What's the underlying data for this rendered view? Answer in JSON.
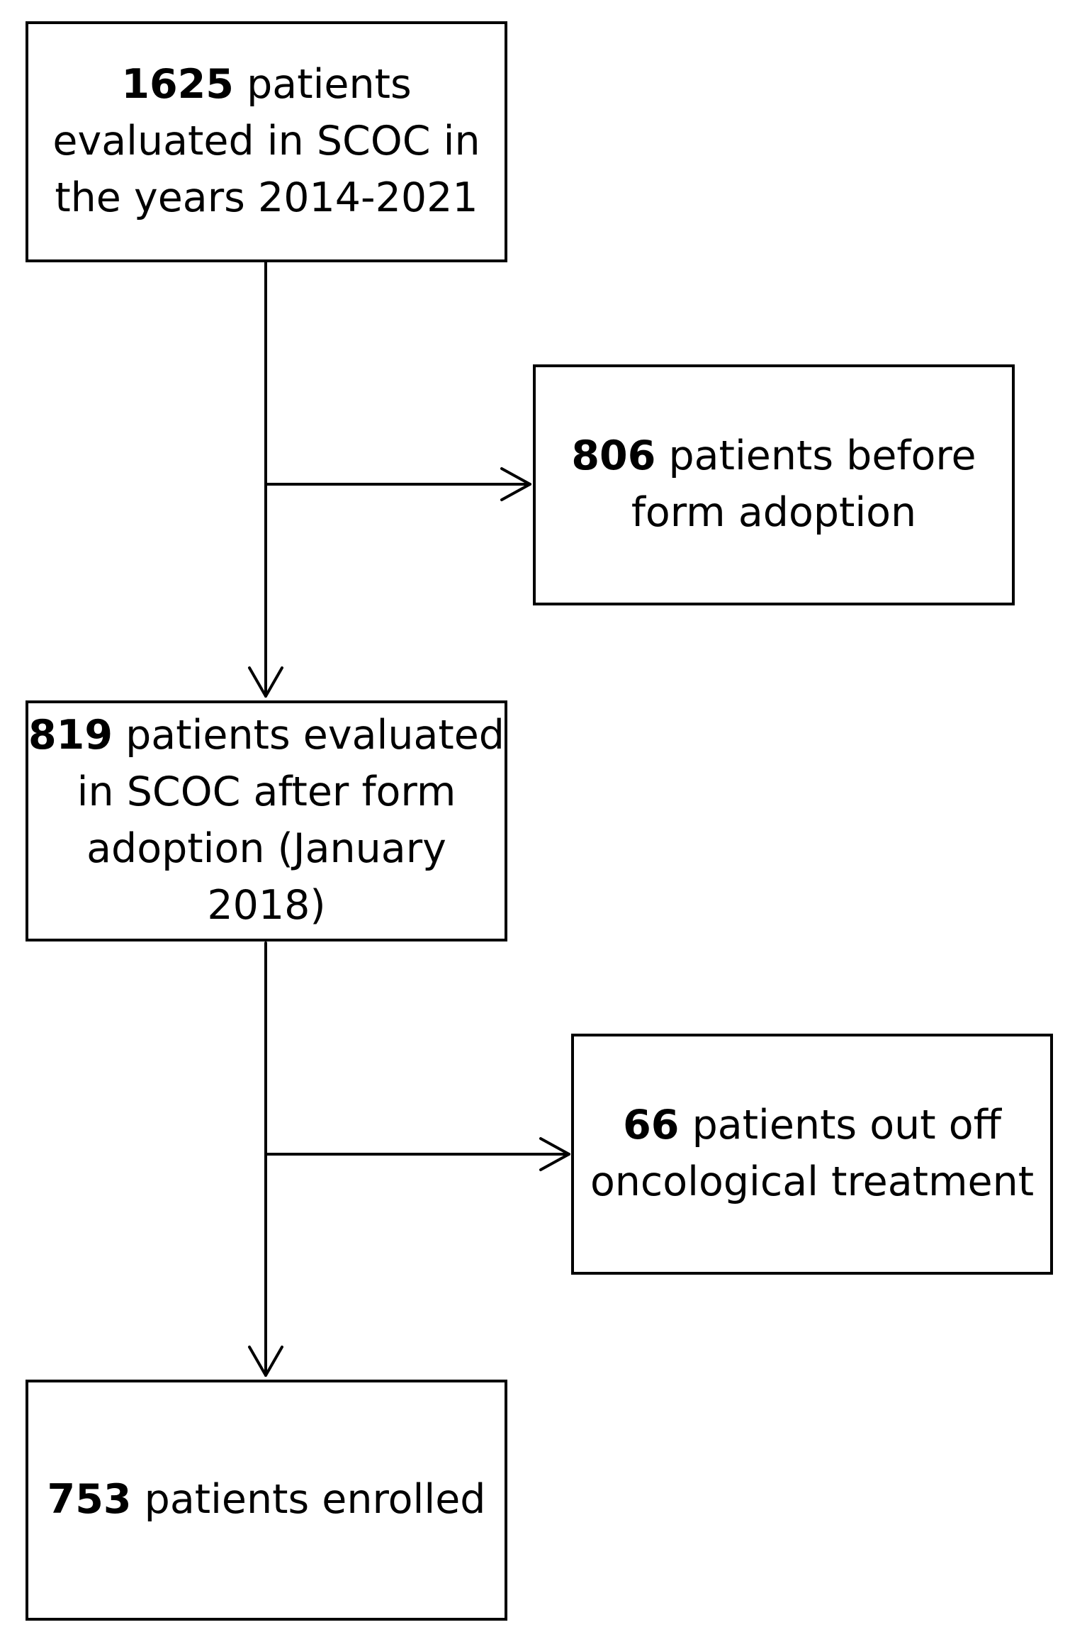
{
  "boxes": {
    "total": {
      "count": "1625",
      "text": "patients evaluated in SCOC in the years 2014-2021"
    },
    "before_form": {
      "count": "806",
      "text": "patients before form adoption"
    },
    "after_form": {
      "count": "819",
      "text": "patients evaluated in SCOC after form adoption (January 2018)"
    },
    "out_of_treatment": {
      "count": "66",
      "text": "patients out off oncological treatment"
    },
    "enrolled": {
      "count": "753",
      "text": "patients enrolled"
    }
  }
}
